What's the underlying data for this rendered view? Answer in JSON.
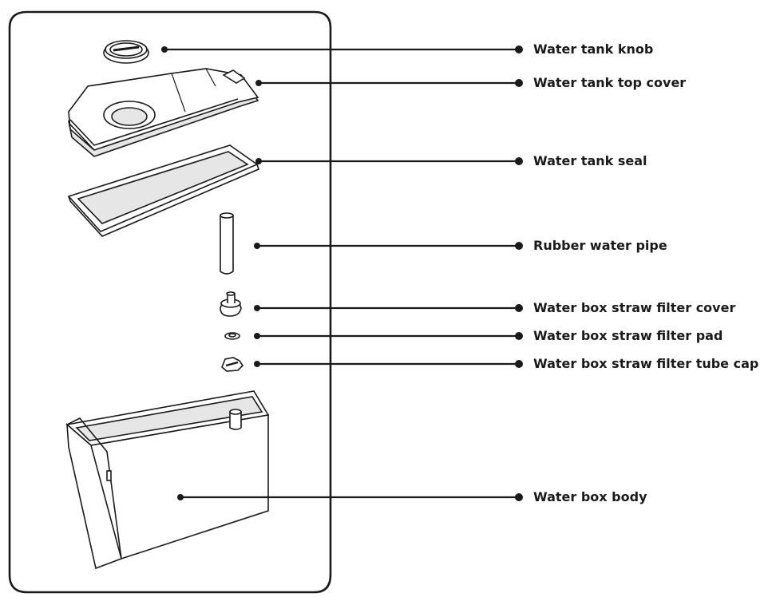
{
  "diagram": {
    "labels": [
      "Water tank knob",
      "Water tank top cover",
      "Water tank seal",
      "Rubber water pipe",
      "Water box straw filter cover",
      "Water box straw filter pad",
      "Water box straw filter tube cap",
      "Water box body"
    ],
    "colors": {
      "ink": "#1a1a1a",
      "fill": "#ffffff",
      "shade": "#e6e6e6"
    }
  }
}
